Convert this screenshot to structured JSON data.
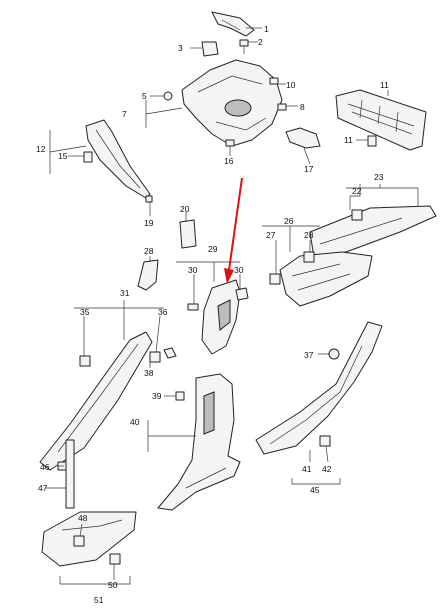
{
  "diagram": {
    "callouts": [
      "1",
      "2",
      "3",
      "5",
      "7",
      "8",
      "10",
      "11",
      "11",
      "12",
      "15",
      "16",
      "17",
      "19",
      "20",
      "22",
      "23",
      "26",
      "27",
      "28",
      "28",
      "29",
      "30",
      "30",
      "31",
      "35",
      "36",
      "37",
      "38",
      "39",
      "40",
      "41",
      "42",
      "45",
      "46",
      "47",
      "48",
      "50",
      "51"
    ]
  },
  "colors": {
    "line": "#222222",
    "part_fill": "#f4f4f4",
    "shade": "#bdbdbd",
    "highlight_arrow": "#e01010"
  }
}
